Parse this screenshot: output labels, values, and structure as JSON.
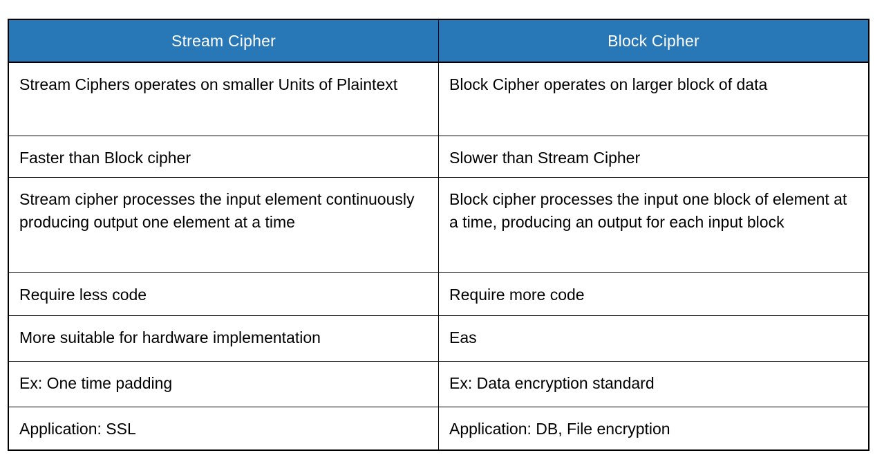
{
  "colors": {
    "header_bg": "#2878b8",
    "header_text": "#ffffff",
    "body_text": "#000000",
    "border": "#000000",
    "page_bg": "#ffffff"
  },
  "table": {
    "columns": [
      "Stream Cipher",
      "Block Cipher"
    ],
    "rows": [
      [
        "Stream Ciphers operates on smaller Units of Plaintext",
        "Block Cipher operates on larger block of data"
      ],
      [
        "Faster than Block cipher",
        "Slower than Stream Cipher"
      ],
      [
        "Stream cipher processes the input element continuously producing output one element at a time",
        "Block cipher processes the input one block of element at a time, producing an output for each input block"
      ],
      [
        "Require less code",
        "Require more code"
      ],
      [
        "More suitable for hardware implementation",
        "Eas"
      ],
      [
        "Ex: One time padding",
        "Ex: Data encryption standard"
      ],
      [
        "Application: SSL",
        "Application: DB, File encryption"
      ]
    ]
  },
  "chart_data": {
    "type": "table",
    "columns": [
      "Stream Cipher",
      "Block Cipher"
    ],
    "rows": [
      [
        "Stream Ciphers operates on smaller Units of Plaintext",
        "Block Cipher operates on larger block of data"
      ],
      [
        "Faster than Block cipher",
        "Slower than Stream Cipher"
      ],
      [
        "Stream cipher processes the input element continuously producing output one element at a time",
        "Block cipher processes the input one block of element at a time, producing an output for each input block"
      ],
      [
        "Require less code",
        "Require more code"
      ],
      [
        "More suitable for hardware implementation",
        "Eas"
      ],
      [
        "Ex: One time padding",
        "Ex: Data encryption standard"
      ],
      [
        "Application: SSL",
        "Application: DB, File encryption"
      ]
    ],
    "title": "",
    "legend_position": "none",
    "grid": true
  }
}
